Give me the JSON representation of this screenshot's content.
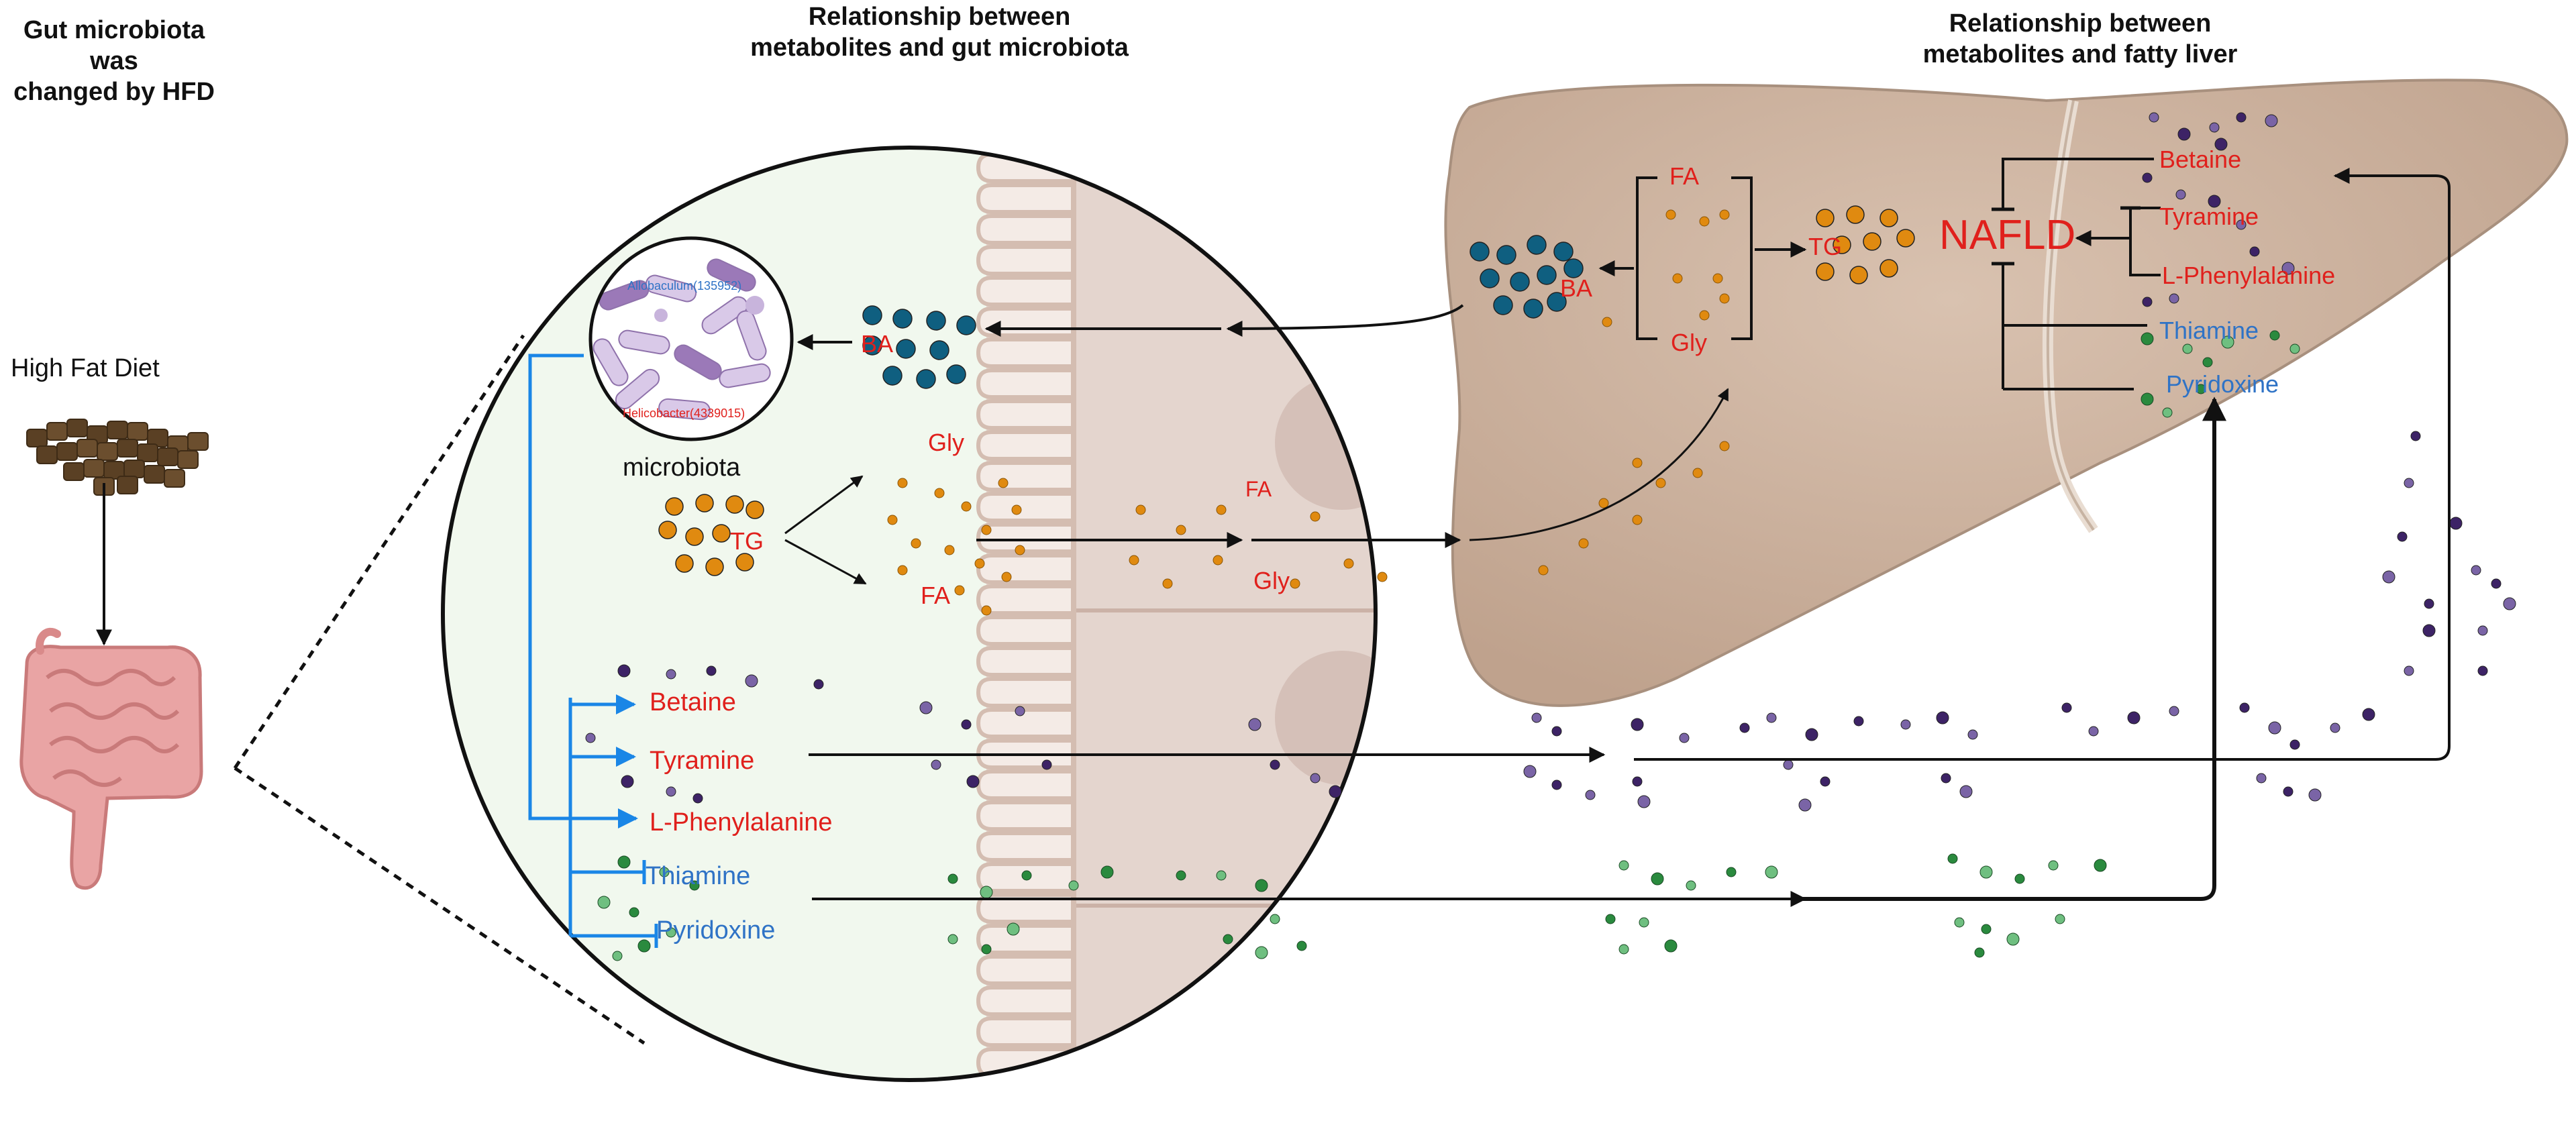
{
  "headings": {
    "left": "Gut microbiota was\nchanged by HFD",
    "middle": "Relationship between\nmetabolites and gut microbiota",
    "right": "Relationship between\nmetabolites and fatty liver"
  },
  "left_panel": {
    "diet_label": "High Fat Diet",
    "diet_icon": "food-pellets-icon",
    "intestine_icon": "intestine-icon"
  },
  "microbiota": {
    "label": "microbiota",
    "taxon_increased": "Allobaculum(135952)",
    "taxon_decreased": "Helicobacter(4339015)"
  },
  "gut_panel": {
    "ba": "BA",
    "tg": "TG",
    "gly_top": "Gly",
    "fa_bottom": "FA",
    "fa_mid": "FA",
    "gly_mid": "Gly",
    "increased_metabolites": [
      "Betaine",
      "Tyramine",
      "L-Phenylalanine"
    ],
    "decreased_metabolites": [
      "Thiamine",
      "Pyridoxine"
    ]
  },
  "liver_panel": {
    "fa": "FA",
    "gly": "Gly",
    "tg": "TG",
    "ba": "BA",
    "disease": "NAFLD",
    "increased_metabolites": [
      "Betaine",
      "Tyramine",
      "L-Phenylalanine"
    ],
    "decreased_metabolites": [
      "Thiamine",
      "Pyridoxine"
    ]
  },
  "colors": {
    "increased": "#e0201c",
    "decreased": "#2f73c6",
    "bile_acid": "#0f5f80",
    "lipid": "#e08a10",
    "purple_metabolite": "#3d2366",
    "green_metabolite": "#2a8a3e",
    "liver": "#c8ad9a",
    "gut_lumen": "#f1f8ee",
    "gut_tissue": "#e2d3cc"
  }
}
